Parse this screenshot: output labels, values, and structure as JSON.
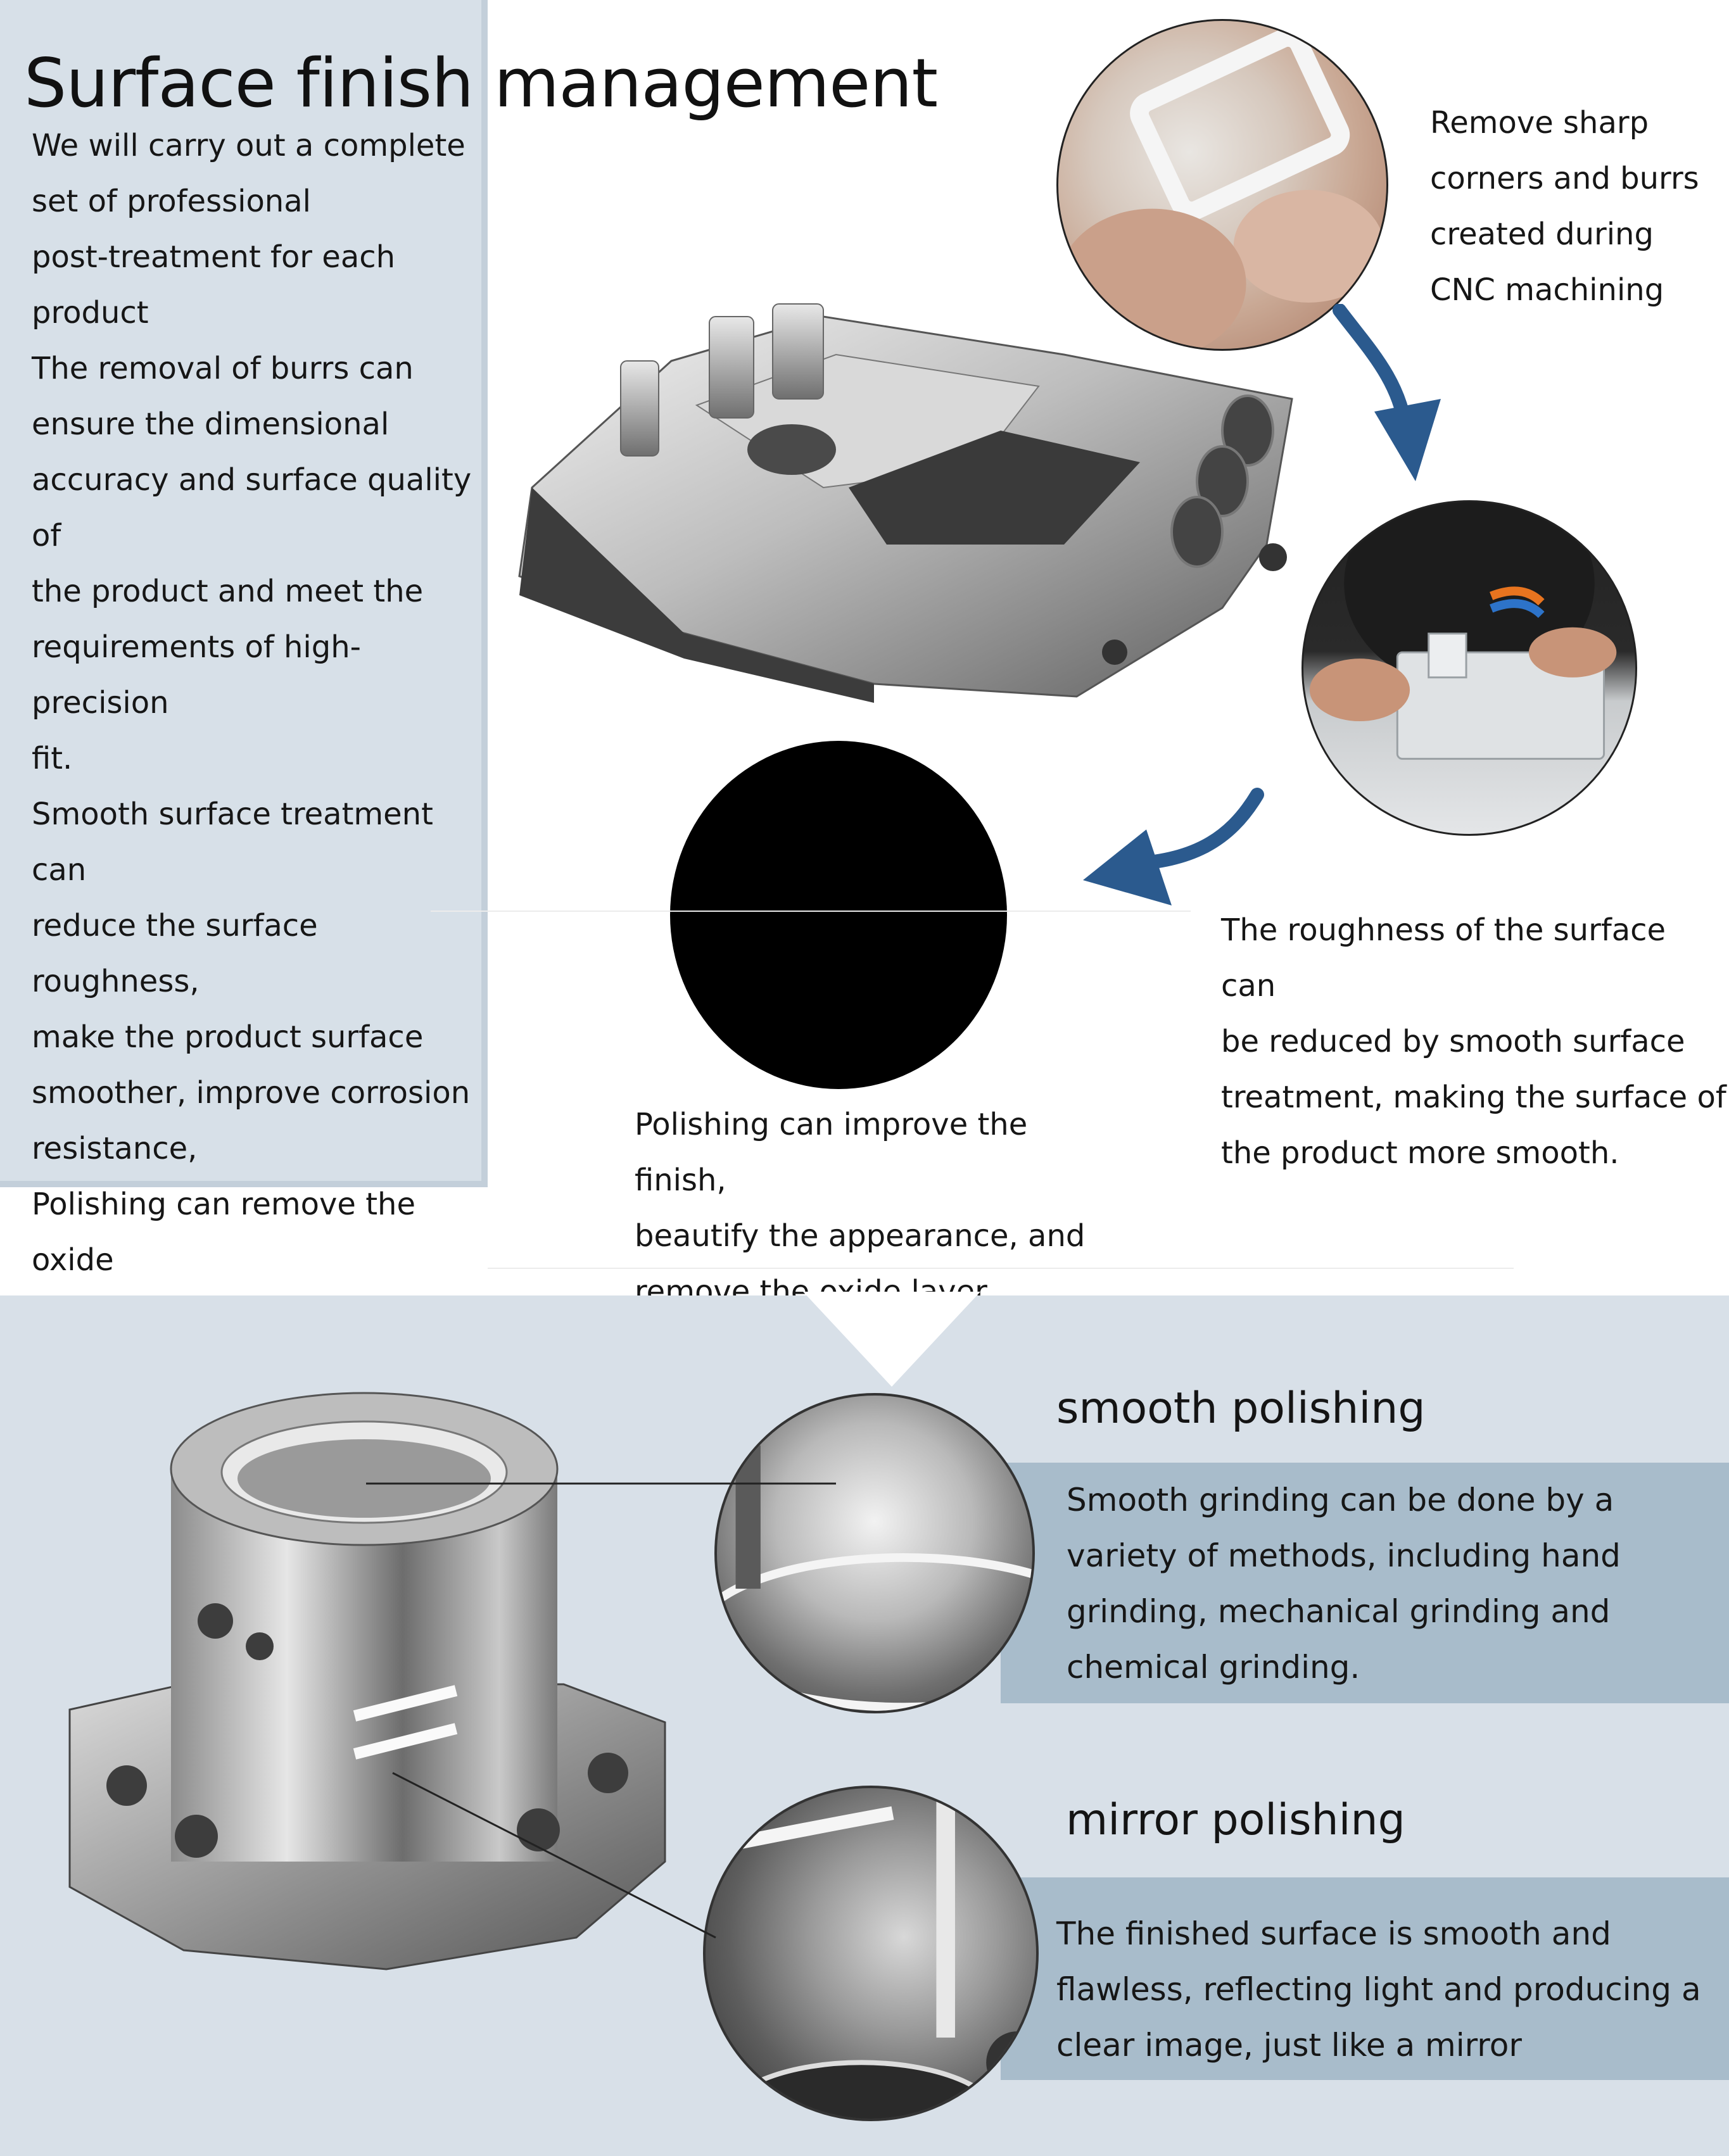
{
  "header": {
    "title": "Surface finish management"
  },
  "intro": {
    "paragraphs": [
      "We will carry out a complete\nset of professional\npost-treatment for each\nproduct",
      "The removal of burrs can\nensure the dimensional\naccuracy and surface quality of\nthe product and meet the\nrequirements of high-precision\nfit.",
      "Smooth surface treatment can\nreduce the surface roughness,\nmake the product surface\nsmoother, improve corrosion\nresistance,",
      "Polishing can remove the oxide\nlayer on the metal surface and\nmake the product look more\nbeautiful."
    ]
  },
  "steps": {
    "deburr_caption": "Remove sharp\ncorners and burrs\ncreated during\nCNC machining",
    "smooth_caption": "The roughness of the surface can\nbe reduced by smooth surface\ntreatment, making the surface of\nthe product more smooth.",
    "polish_caption": "Polishing can improve the finish,\nbeautify the appearance, and\nremove the oxide layer"
  },
  "smooth_polishing": {
    "title": "smooth polishing",
    "description": "Smooth grinding can be done by a\nvariety of methods, including hand\ngrinding, mechanical grinding and\nchemical grinding."
  },
  "mirror_polishing": {
    "title": "mirror polishing",
    "description": "The finished surface is smooth and\nflawless, reflecting light and producing a\nclear image, just like a mirror"
  },
  "colors": {
    "panel": "#d7e0e8",
    "band": "#a8bccb",
    "arrow": "#2b5a8e",
    "text": "#141414"
  },
  "icons": {
    "step_arrow": "curved-arrow-icon"
  }
}
